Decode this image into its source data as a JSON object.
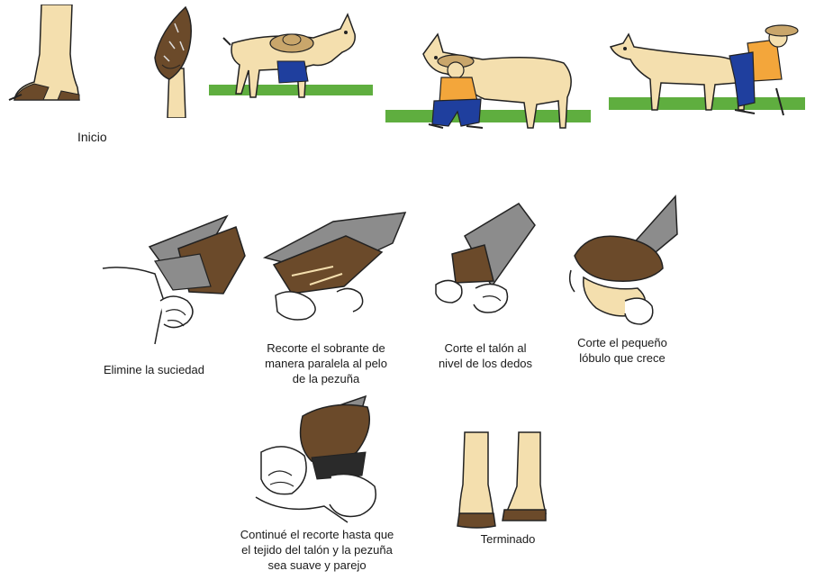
{
  "labels": {
    "start": "Inicio",
    "step1": "Elimine la suciedad",
    "step2": [
      "Recorte el sobrante de",
      "manera paralela al pelo",
      "de la pezuña"
    ],
    "step3": [
      "Corte el talón al",
      "nivel de los dedos"
    ],
    "step4": [
      "Corte el pequeño",
      "lóbulo que crece"
    ],
    "step5": [
      "Continué el recorte hasta que",
      "el tejido del talón y la pezuña",
      "sea suave y parejo"
    ],
    "done": "Terminado"
  },
  "colors": {
    "leg": "#f4dfae",
    "hoof": "#6b4a2a",
    "grass": "#5fae3f",
    "shirt": "#f3a63b",
    "pants": "#1f3f9e",
    "hat": "#c9a66b",
    "knife": "#8c8c8c",
    "outline": "#222222"
  }
}
